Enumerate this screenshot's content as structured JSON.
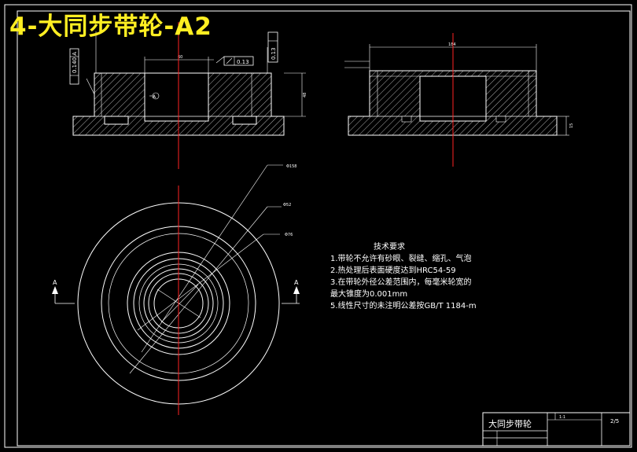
{
  "title_overlay": "4-大同步带轮-A2",
  "tech_requirements": {
    "heading": "技术要求",
    "items": [
      "1.带轮不允许有砂眼、裂缝、缩孔、气泡",
      "2.热处理后表面硬度达到HRC54-59",
      "3.在带轮外径公差范围内，每毫米轮宽的",
      "最大锥度为0.001mm",
      "5.线性尺寸的未注明公差按GB/T 1184-m"
    ]
  },
  "title_block": {
    "part_name": "大同步带轮",
    "scale": "1:1",
    "sheet": "2/5"
  },
  "annotations": {
    "tolerance_left": "0.140 A",
    "tolerance_top": "0.13",
    "tolerance_right": "0.13",
    "datum_label": "A",
    "section_mark_left": "A",
    "section_mark_right": "A",
    "dimension_d1": "Φ158",
    "dimension_d2": "Φ52",
    "dimension_d3": "Φ76",
    "dimension_width": "184",
    "dimension_bore": "60",
    "dimension_height": "48",
    "dimension_base": "15"
  },
  "colors": {
    "background": "#000000",
    "lines": "#ffffff",
    "centerline": "#ff2222",
    "title": "#ffee22"
  }
}
